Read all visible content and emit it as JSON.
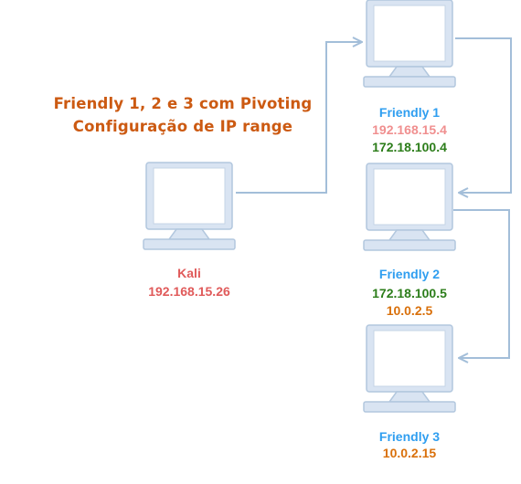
{
  "title": {
    "line1": "Friendly 1, 2 e 3 com Pivoting",
    "line2": "Configuração de IP range",
    "color": "#cc5a12"
  },
  "colors": {
    "computer_fill": "#d9e4f2",
    "computer_stroke": "#b2c7de",
    "connector": "#a3bed9",
    "name_blue": "#2f9ef0",
    "kali_red": "#e05a5a",
    "ip_pink": "#f08f8f",
    "ip_green": "#2c7d1a",
    "ip_orange": "#d9700b"
  },
  "nodes": {
    "kali": {
      "name": "Kali",
      "ips": [
        "192.168.15.26"
      ]
    },
    "friendly1": {
      "name": "Friendly 1",
      "ips": [
        "192.168.15.4",
        "172.18.100.4"
      ]
    },
    "friendly2": {
      "name": "Friendly 2",
      "ips": [
        "172.18.100.5",
        "10.0.2.5"
      ]
    },
    "friendly3": {
      "name": "Friendly 3",
      "ips": [
        "10.0.2.15"
      ]
    }
  }
}
